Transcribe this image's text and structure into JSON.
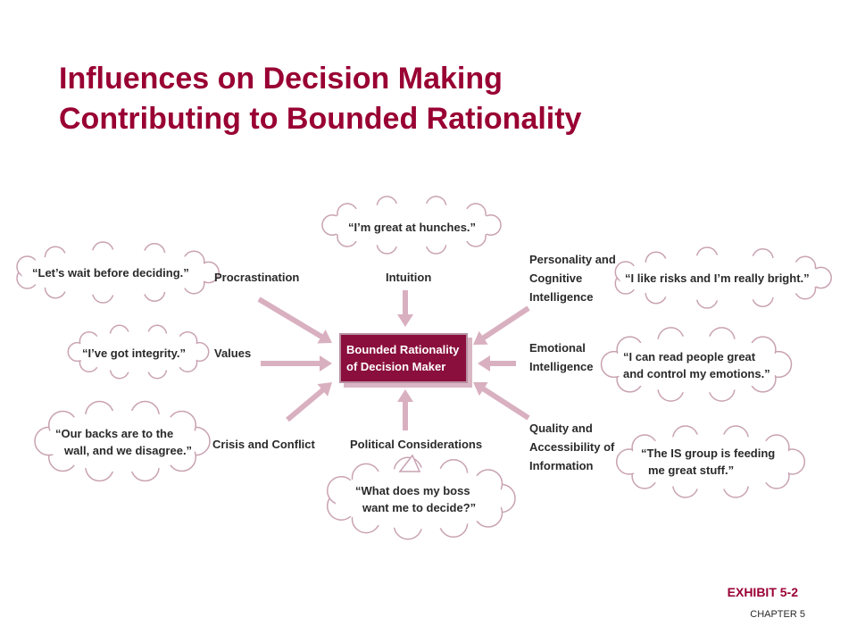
{
  "title": {
    "line1": "Influences on Decision Making",
    "line2": "Contributing to Bounded Rationality"
  },
  "center": {
    "line1": "Bounded Rationality",
    "line2": "of Decision Maker"
  },
  "influences": {
    "procrastination": "Procrastination",
    "intuition": "Intuition",
    "personality": [
      "Personality and",
      "Cognitive",
      "Intelligence"
    ],
    "values": "Values",
    "emotional": [
      "Emotional",
      "Intelligence"
    ],
    "crisis": "Crisis and Conflict",
    "political": "Political Considerations",
    "quality": [
      "Quality and",
      "Accessibility of",
      "Information"
    ]
  },
  "quotes": {
    "hunches": "“I’m great at hunches.”",
    "wait": "“Let’s wait before deciding.”",
    "risks": "“I like risks and I’m really bright.”",
    "integrity": "“I’ve got integrity.”",
    "emotions": [
      "“I can read people great",
      "and control my emotions.”"
    ],
    "backs": [
      "“Our backs are to the",
      "wall, and we disagree.”"
    ],
    "is_group": [
      "“The IS group is feeding",
      "me great stuff.”"
    ],
    "boss": [
      "“What does my boss",
      "want me to decide?”"
    ]
  },
  "footer": {
    "exhibit": "EXHIBIT 5-2",
    "chapter": "CHAPTER 5"
  },
  "colors": {
    "title": "#990033",
    "center_box": "#8a0f3c",
    "arrows": "#d9b0c0",
    "cloud_outline": "#c9a2b2"
  }
}
